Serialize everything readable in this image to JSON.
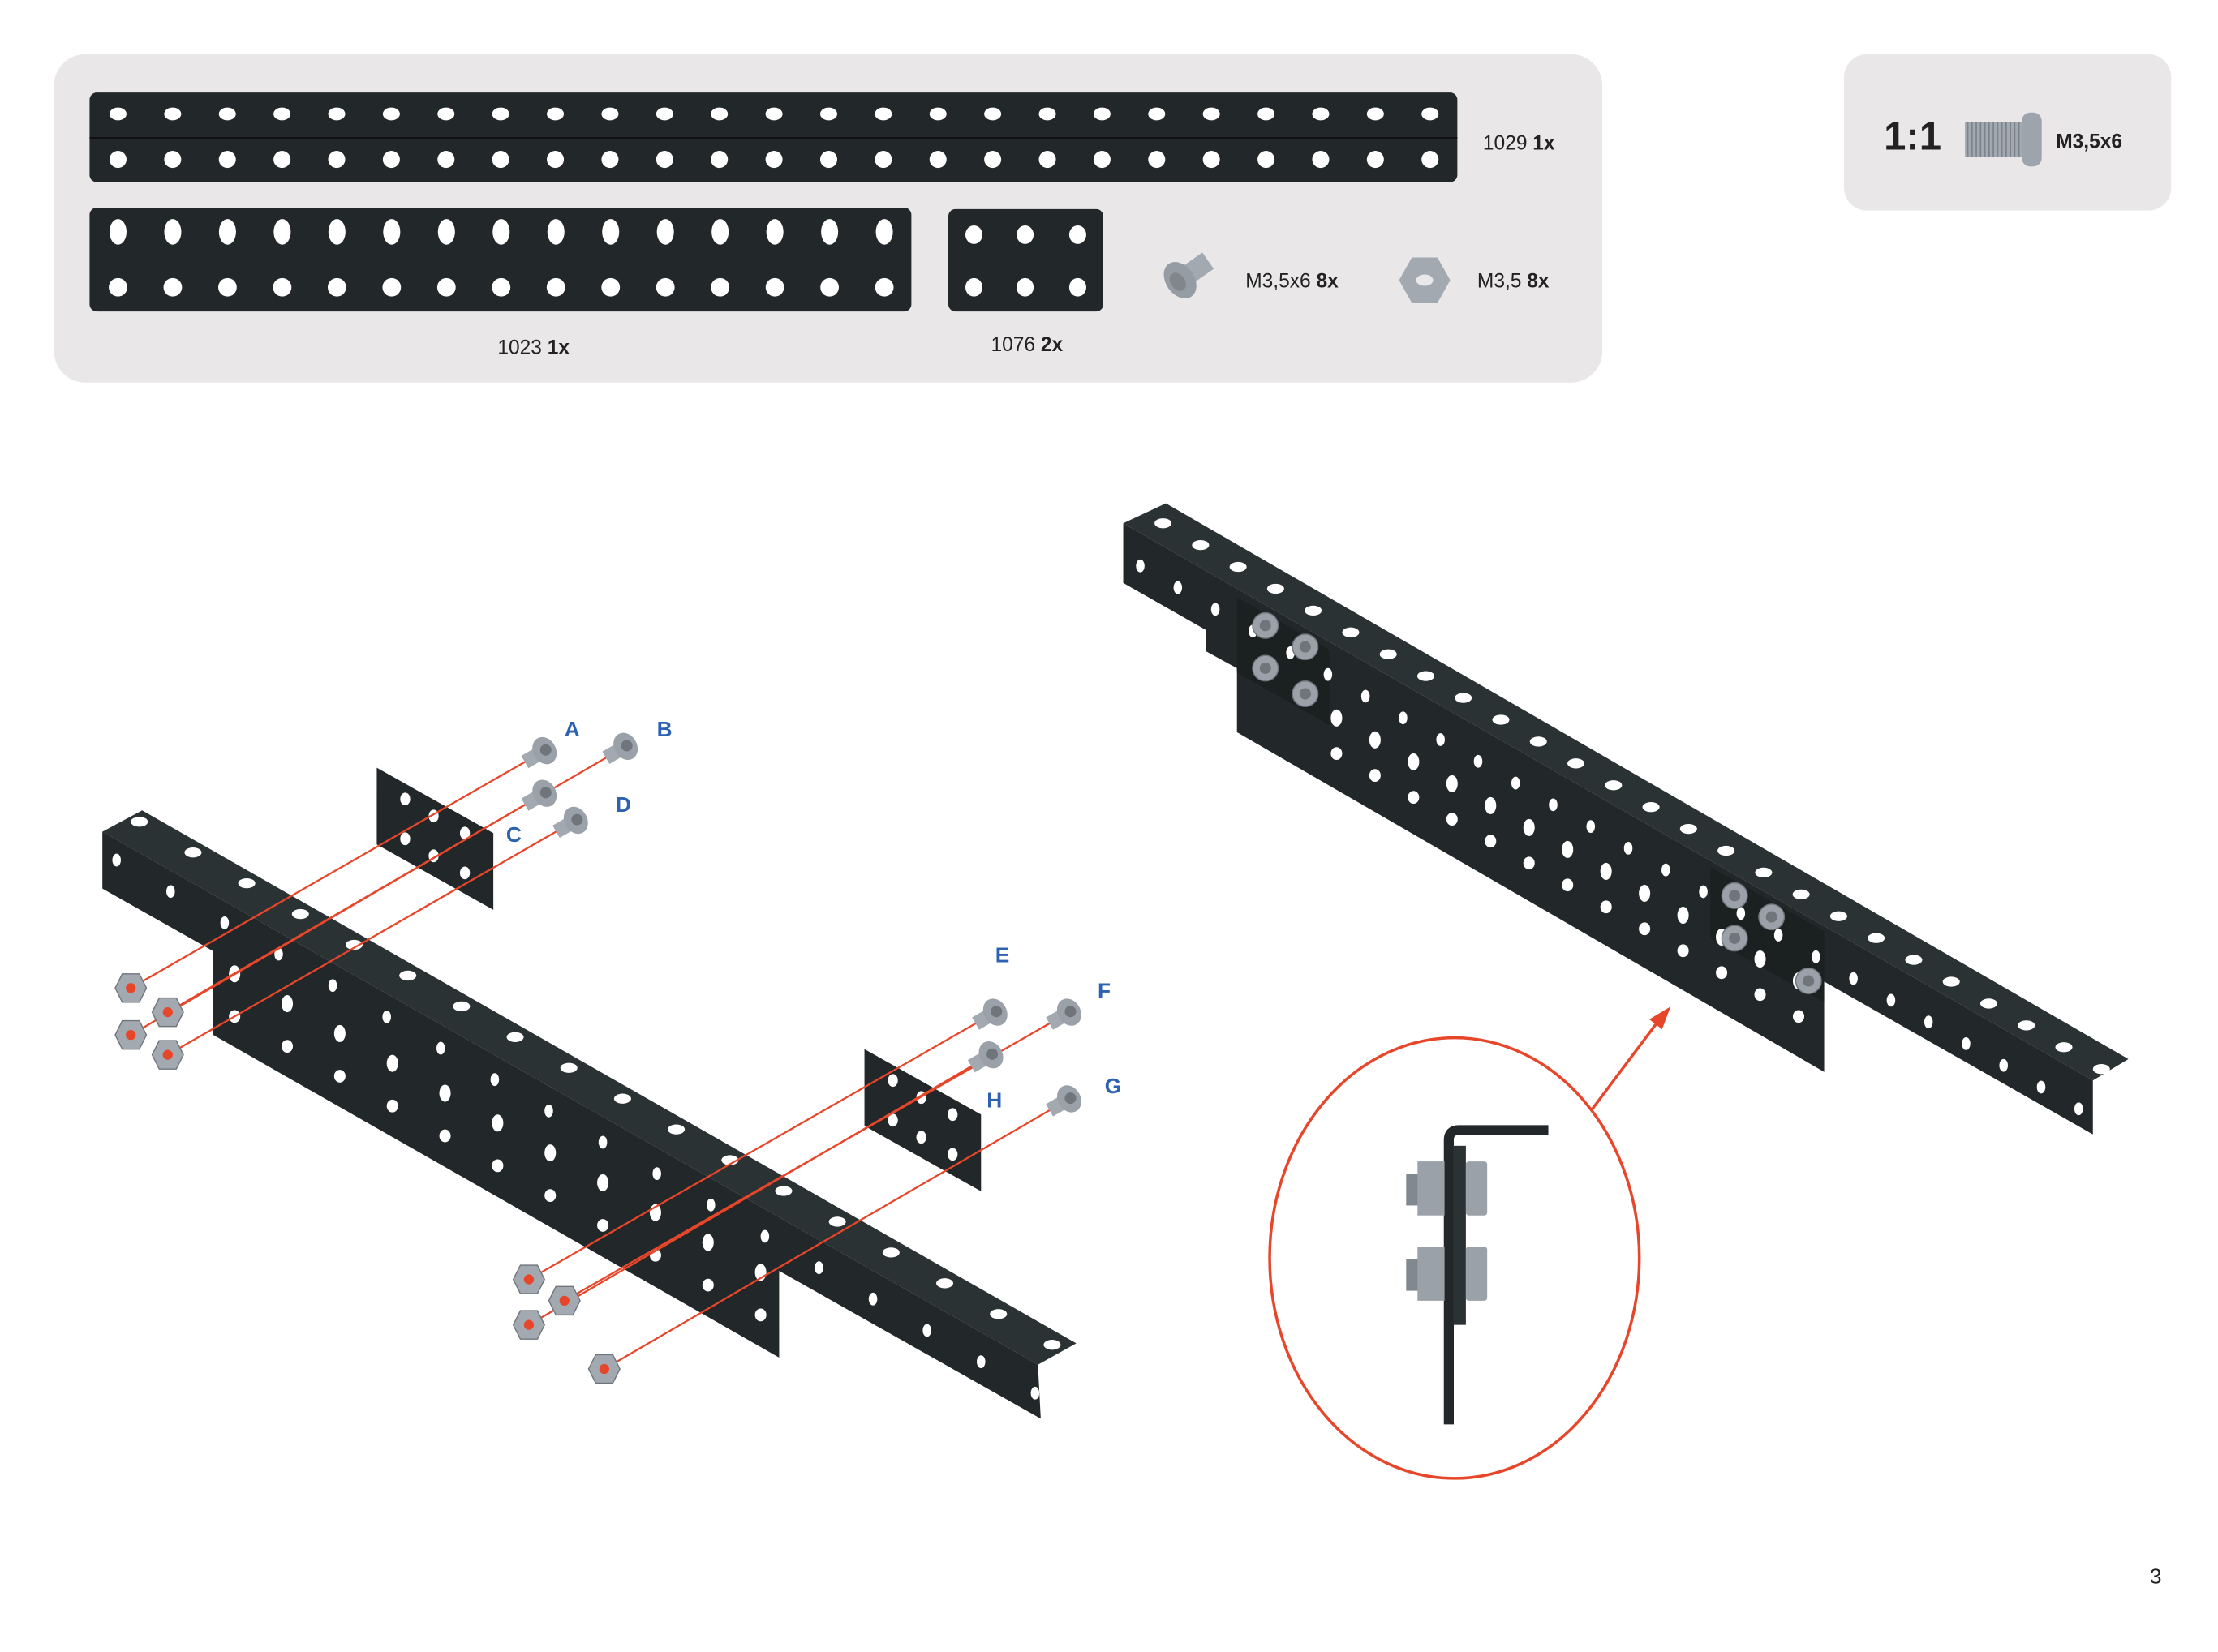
{
  "parts": {
    "bar_1029": {
      "code": "1029",
      "qty": "1x"
    },
    "plate_1023": {
      "code": "1023",
      "qty": "1x"
    },
    "plate_1076": {
      "code": "1076",
      "qty": "2x"
    },
    "screw": {
      "code": "M3,5x6",
      "qty": "8x"
    },
    "nut": {
      "code": "M3,5",
      "qty": "8x"
    }
  },
  "scale_box": {
    "ratio": "1:1",
    "label": "M3,5x6"
  },
  "bolt_letters": [
    "A",
    "B",
    "C",
    "D",
    "E",
    "F",
    "G",
    "H"
  ],
  "page_number": "3",
  "colors": {
    "metal": "#222829",
    "panel": "#e9e7e8",
    "accent": "#e8462a",
    "letters": "#2d62b0",
    "hardware": "#a3a9b0"
  }
}
